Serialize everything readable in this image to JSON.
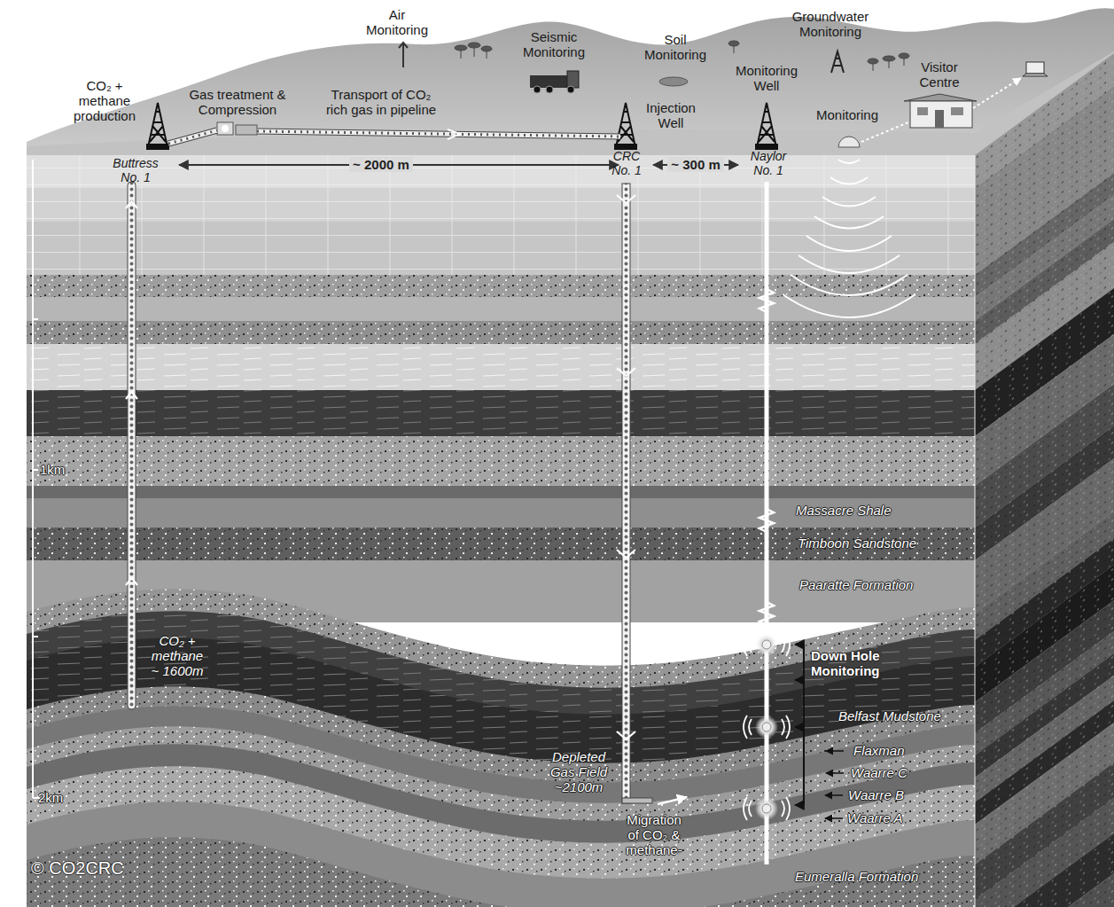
{
  "diagram": {
    "labels": [
      "Air Monitoring",
      "CO₂ + methane production",
      "Gas treatment & Compression",
      "Transport of CO₂ rich gas in pipeline",
      "Seismic Monitoring",
      "Soil Monitoring",
      "Groundwater Monitoring",
      "Monitoring Well",
      "Visitor Centre",
      "Injection Well",
      "Monitoring",
      "Buttress No. 1",
      "~ 2000 m",
      "CRC No. 1",
      "~ 300 m",
      "Naylor No. 1",
      "1km",
      "2km",
      "Massacre Shale",
      "Timboon Sandstone",
      "Paaratte Formation",
      "Down Hole Monitoring",
      "CO₂ + methane ~ 1600m",
      "Belfast Mudstone",
      "Flaxman",
      "Waarre C",
      "Depleted Gas Field ~2100m",
      "Waarre B",
      "Waarre A",
      "Migration of CO₂ & methane-",
      "Eumeralla Formation",
      "© CO2CRC"
    ]
  }
}
